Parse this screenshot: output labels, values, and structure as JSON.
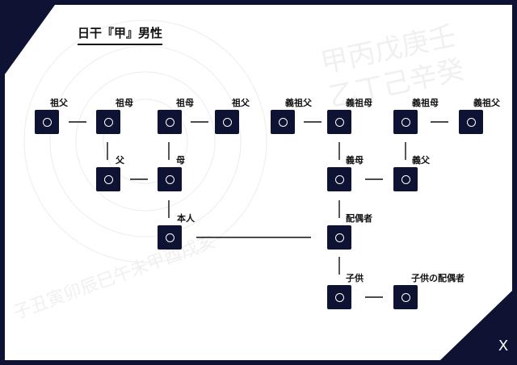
{
  "title": "日干『甲』男性",
  "watermark": {
    "line1": "甲丙戊庚壬",
    "line2": "乙丁己辛癸",
    "arc": "子丑寅卯辰巳午未甲酉戌亥"
  },
  "people": [
    {
      "key": "pgf",
      "label": "祖父"
    },
    {
      "key": "pgm",
      "label": "祖母"
    },
    {
      "key": "mgm",
      "label": "祖母"
    },
    {
      "key": "mgf",
      "label": "祖父"
    },
    {
      "key": "sgf1",
      "label": "義祖父"
    },
    {
      "key": "sgm1",
      "label": "義祖母"
    },
    {
      "key": "sgm2",
      "label": "義祖母"
    },
    {
      "key": "sgf2",
      "label": "義祖父"
    },
    {
      "key": "father",
      "label": "父"
    },
    {
      "key": "mother",
      "label": "母"
    },
    {
      "key": "mil",
      "label": "義母"
    },
    {
      "key": "fil",
      "label": "義父"
    },
    {
      "key": "self",
      "label": "本人"
    },
    {
      "key": "spouse",
      "label": "配偶者"
    },
    {
      "key": "child",
      "label": "子供"
    },
    {
      "key": "child_spouse",
      "label": "子供の配偶者"
    }
  ],
  "node_symbol": "○",
  "close_label": "X"
}
